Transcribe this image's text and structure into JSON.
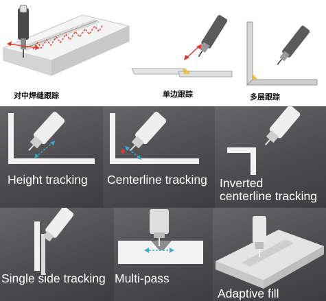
{
  "top_captions": {
    "centered_seam": "对中焊缝跟踪",
    "single_side": "单边跟踪",
    "multi_layer": "多层跟踪"
  },
  "tiles": [
    {
      "label": "Height tracking"
    },
    {
      "label": "Centerline tracking"
    },
    {
      "label_line1": "Inverted",
      "label_line2": "centerline tracking"
    },
    {
      "label": "Single side tracking"
    },
    {
      "label": "Multi-pass"
    },
    {
      "label": "Adaptive fill"
    }
  ],
  "colors": {
    "tile_bg": "#555558",
    "metal_white": "#f2f2f2",
    "arrow_blue": "#3fa9d8",
    "arrow_red": "#e03a2f",
    "weld_yellow": "#e8c23a"
  }
}
